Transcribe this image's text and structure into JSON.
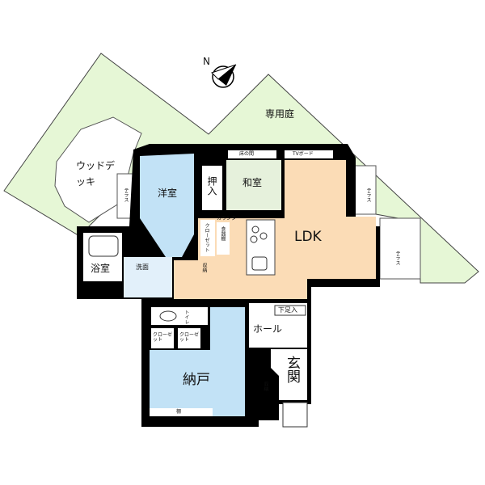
{
  "colors": {
    "garden": "#e6f7d6",
    "western_room": "#c2e2f6",
    "japanese_room": "#e6f1dc",
    "ldk": "#fbdcb6",
    "storage_room": "#c2e2f6",
    "washroom": "#e2f0fa",
    "wall": "#000000"
  },
  "compass": {
    "label": "N"
  },
  "rooms": {
    "garden": "専用庭",
    "wood_deck": "ウッドデッキ",
    "terrace_left": "テラス",
    "terrace_right_top": "テラス",
    "terrace_right_bottom": "テラス",
    "western_room": "洋室",
    "japanese_room": "和室",
    "closet_oshiire": "押入",
    "tokonoma": "床の間",
    "tv_board": "TVボード",
    "ldk": "LDK",
    "counter": "カウンター",
    "cupboard": "食器棚",
    "closet_western": "クローゼット",
    "storage_hall": "収納",
    "bathroom": "浴室",
    "washroom": "洗面",
    "toilet": "トイレ",
    "closet_1": "クローゼット",
    "closet_2": "クローゼット",
    "storage_room": "納戸",
    "shelf": "棚",
    "hall": "ホール",
    "shoe_box": "下足入",
    "entrance": "玄関",
    "storage_entrance": "収納"
  }
}
